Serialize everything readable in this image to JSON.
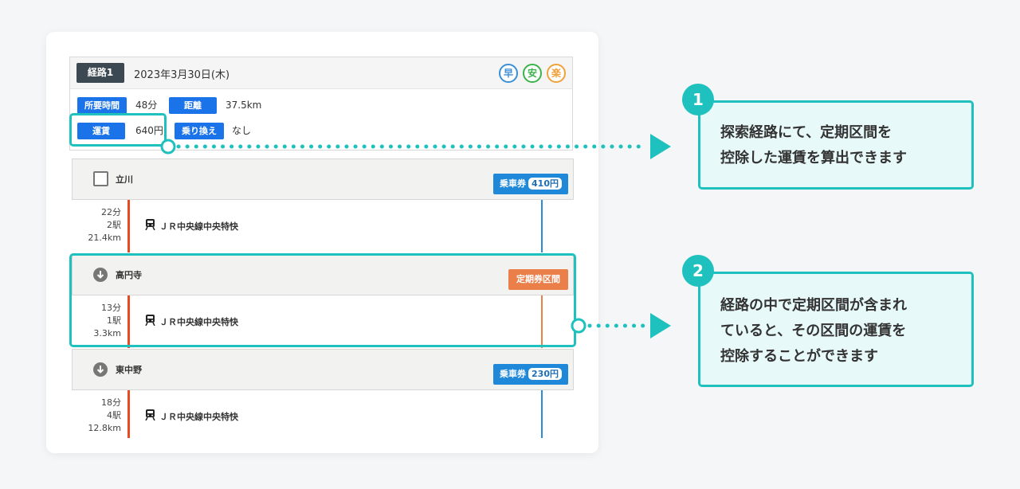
{
  "route": {
    "badge": "経路1",
    "date": "2023年3月30日(木)",
    "icons": [
      {
        "label": "早",
        "color": "#3b8fd6"
      },
      {
        "label": "安",
        "color": "#3cb24a"
      },
      {
        "label": "楽",
        "color": "#f0a13b"
      }
    ],
    "info": {
      "time_label": "所要時間",
      "time_value": "48分",
      "distance_label": "距離",
      "distance_value": "37.5km",
      "fare_label": "運賃",
      "fare_value": "640円",
      "transfer_label": "乗り換え",
      "transfer_value": "なし"
    }
  },
  "stations": [
    {
      "name": "立川",
      "ticket_label": "乗車券",
      "ticket_fare": "410円"
    },
    {
      "name": "高円寺",
      "ticket_label": "定期券区間"
    },
    {
      "name": "東中野",
      "ticket_label": "乗車券",
      "ticket_fare": "230円"
    }
  ],
  "segments": [
    {
      "time": "22分",
      "stops": "2駅",
      "distance": "21.4km",
      "line": "ＪＲ中央線中央特快"
    },
    {
      "time": "13分",
      "stops": "1駅",
      "distance": "3.3km",
      "line": "ＪＲ中央線中央特快"
    },
    {
      "time": "18分",
      "stops": "4駅",
      "distance": "12.8km",
      "line": "ＪＲ中央線中央特快"
    }
  ],
  "callouts": [
    {
      "number": "1",
      "lines": [
        "探索経路にて、定期区間を",
        "控除した運賃を算出できます"
      ]
    },
    {
      "number": "2",
      "lines": [
        "経路の中で定期区間が含まれ",
        "ていると、その区間の運賃を",
        "控除することができます"
      ]
    }
  ],
  "colors": {
    "accent": "#1fc1be",
    "label_blue": "#1a73e8",
    "ticket_blue": "#1f88d8",
    "ticket_orange": "#ea7f4a",
    "line_red": "#e84a24"
  }
}
